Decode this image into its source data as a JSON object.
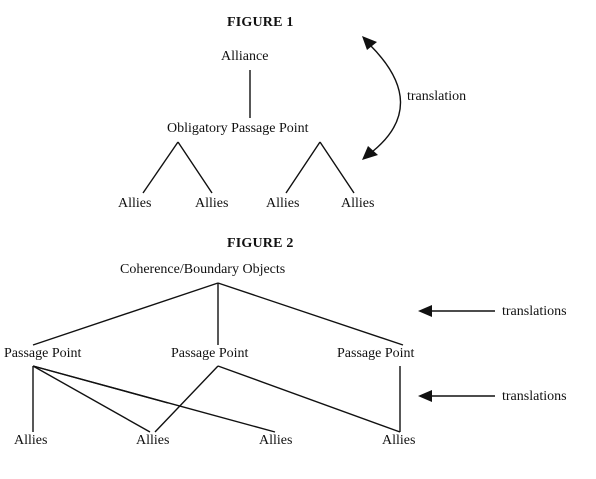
{
  "figure1": {
    "title": "FIGURE 1",
    "top_node": "Alliance",
    "middle_node": "Obligatory Passage Point",
    "leaf_nodes": [
      "Allies",
      "Allies",
      "Allies",
      "Allies"
    ],
    "arrow_label": "translation"
  },
  "figure2": {
    "title": "FIGURE 2",
    "top_node": "Coherence/Boundary Objects",
    "passage_points": [
      "Passage Point",
      "Passage Point",
      "Passage Point"
    ],
    "leaf_nodes": [
      "Allies",
      "Allies",
      "Allies",
      "Allies"
    ],
    "arrow_labels": [
      "translations",
      "translations"
    ]
  }
}
